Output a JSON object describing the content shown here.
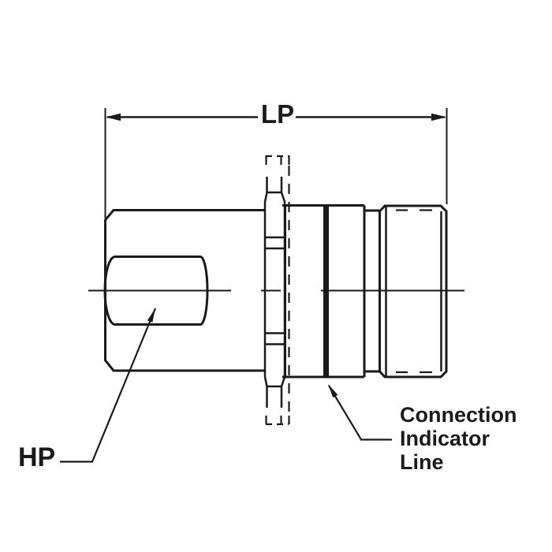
{
  "figure": {
    "labels": {
      "lp_dimension": "LP",
      "hp_port": "HP",
      "connection_indicator_line_1": "Connection",
      "connection_indicator_line_2": "Indicator",
      "connection_indicator_line_3": "Line"
    },
    "colors": {
      "background": "#ffffff",
      "line": "#1a1a1a"
    }
  }
}
